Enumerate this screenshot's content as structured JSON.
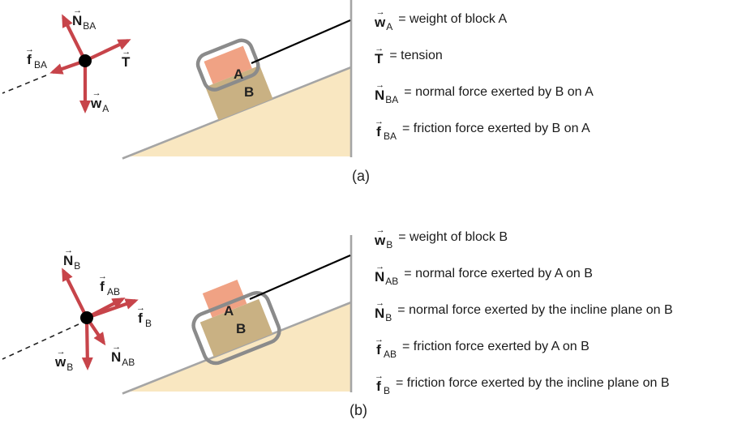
{
  "symbols": {
    "vec_arrow": "→"
  },
  "colors": {
    "arrow_red": "#c7444a",
    "incline_fill": "#f9e7c1",
    "incline_stroke": "#a5a5a5",
    "block_a_fill": "#f0a284",
    "block_b_fill": "#c9b183",
    "outline_gray": "#8b8b8b",
    "rope": "#000000",
    "dashed": "#222222"
  },
  "panel_a": {
    "caption": "(a)",
    "scene": {
      "block_a_label": "A",
      "block_b_label": "B"
    },
    "fbd": {
      "n_ba": {
        "letter": "N",
        "sub": "BA"
      },
      "t": {
        "letter": "T",
        "sub": ""
      },
      "f_ba": {
        "letter": "f",
        "sub": "BA"
      },
      "w_a": {
        "letter": "w",
        "sub": "A"
      }
    },
    "legend": [
      {
        "letter": "w",
        "sub": "A",
        "desc": "= weight of block A"
      },
      {
        "letter": "T",
        "sub": "",
        "desc": "= tension"
      },
      {
        "letter": "N",
        "sub": "BA",
        "desc": "= normal force exerted by B on A"
      },
      {
        "letter": "f",
        "sub": "BA",
        "desc": "= friction force exerted by B on A"
      }
    ]
  },
  "panel_b": {
    "caption": "(b)",
    "scene": {
      "block_a_label": "A",
      "block_b_label": "B"
    },
    "fbd": {
      "n_b": {
        "letter": "N",
        "sub": "B"
      },
      "f_ab": {
        "letter": "f",
        "sub": "AB"
      },
      "f_b": {
        "letter": "f",
        "sub": "B"
      },
      "w_b": {
        "letter": "w",
        "sub": "B"
      },
      "n_ab": {
        "letter": "N",
        "sub": "AB"
      }
    },
    "legend": [
      {
        "letter": "w",
        "sub": "B",
        "desc": "= weight of block B"
      },
      {
        "letter": "N",
        "sub": "AB",
        "desc": "= normal force exerted by A on B"
      },
      {
        "letter": "N",
        "sub": "B",
        "desc": "= normal force exerted by the incline plane on B"
      },
      {
        "letter": "f",
        "sub": "AB",
        "desc": "= friction force exerted by A on B"
      },
      {
        "letter": "f",
        "sub": "B",
        "desc": "= friction force exerted by the incline plane on B"
      }
    ]
  }
}
